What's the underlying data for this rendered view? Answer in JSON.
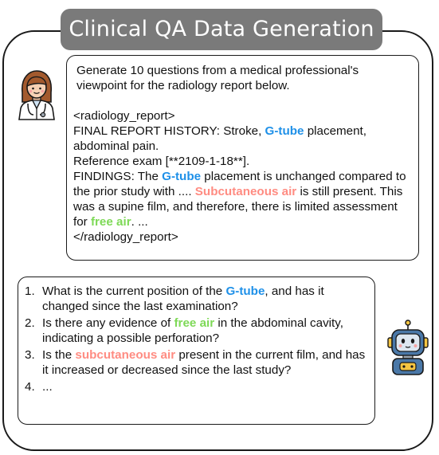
{
  "title": "Clinical QA Data Generation",
  "icons": {
    "doctor": "doctor-avatar-icon",
    "robot": "robot-icon"
  },
  "colors": {
    "title_bg": "#7a7a7a",
    "blue": "#1e90e8",
    "red": "#ff8c82",
    "green": "#7ed957"
  },
  "prompt": {
    "intro": "Generate 10 questions from a medical professional's viewpoint for the radiology report below.",
    "tag_open": "<radiology_report>",
    "history_1": "FINAL REPORT HISTORY: Stroke, ",
    "history_hl": "G-tube",
    "history_2": " placement, abdominal pain.",
    "reference": "Reference exam [**2109-1-18**].",
    "findings_1": "FINDINGS: The ",
    "findings_hl1": "G-tube",
    "findings_2": " placement is unchanged compared to the prior study with .... ",
    "findings_hl2": "Subcutaneous air",
    "findings_3": " is still present. This was a supine film, and therefore, there is limited assessment for ",
    "findings_hl3": "free air",
    "findings_4": ".  ...",
    "tag_close": "</radiology_report>"
  },
  "questions": [
    {
      "num": "1.",
      "pre": "What is the current position of the ",
      "hl": "G-tube",
      "post": ", and has it changed since the last examination?"
    },
    {
      "num": "2.",
      "pre": "Is there any evidence of ",
      "hl": "free air",
      "post": " in the abdominal cavity, indicating a possible perforation?"
    },
    {
      "num": "3.",
      "pre": "Is the ",
      "hl": "subcutaneous air",
      "post": " present in the current film, and has it increased or decreased since the last study?"
    },
    {
      "num": "4.",
      "text": "..."
    }
  ]
}
